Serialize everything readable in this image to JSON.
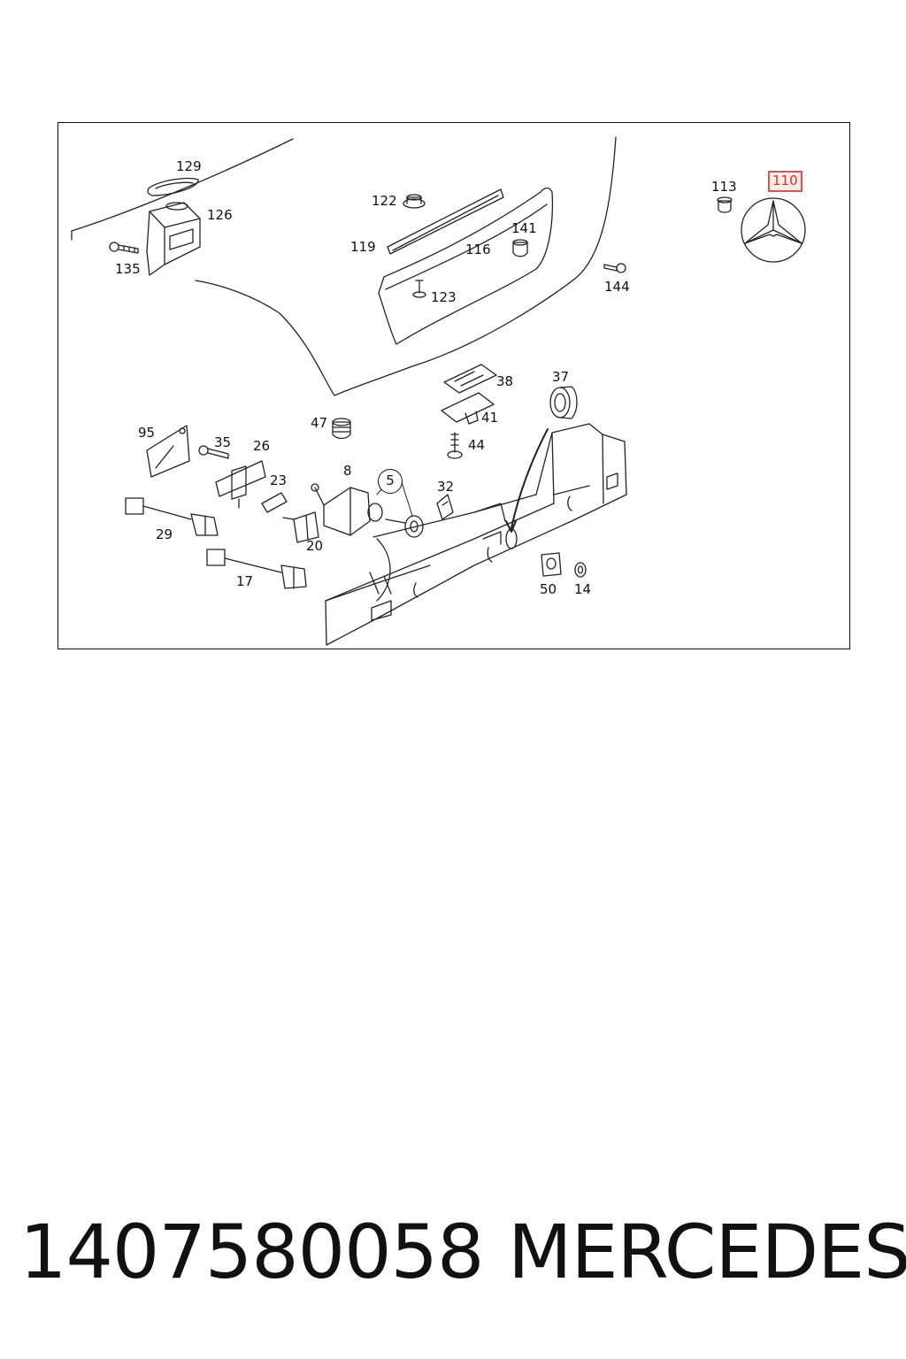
{
  "callouts": {
    "c129": "129",
    "c126": "126",
    "c135": "135",
    "c122": "122",
    "c119": "119",
    "c116": "116",
    "c141": "141",
    "c123": "123",
    "c113": "113",
    "c110": "110",
    "c144": "144",
    "c38": "38",
    "c37": "37",
    "c41": "41",
    "c44": "44",
    "c47": "47",
    "c95": "95",
    "c35": "35",
    "c26": "26",
    "c8": "8",
    "c5": "5",
    "c23": "23",
    "c32": "32",
    "c29": "29",
    "c20": "20",
    "c17": "17",
    "c50": "50",
    "c14": "14"
  },
  "highlight_color": "#d9534f",
  "caption": {
    "part_number": "1407580058",
    "brand": "MERCEDES"
  }
}
